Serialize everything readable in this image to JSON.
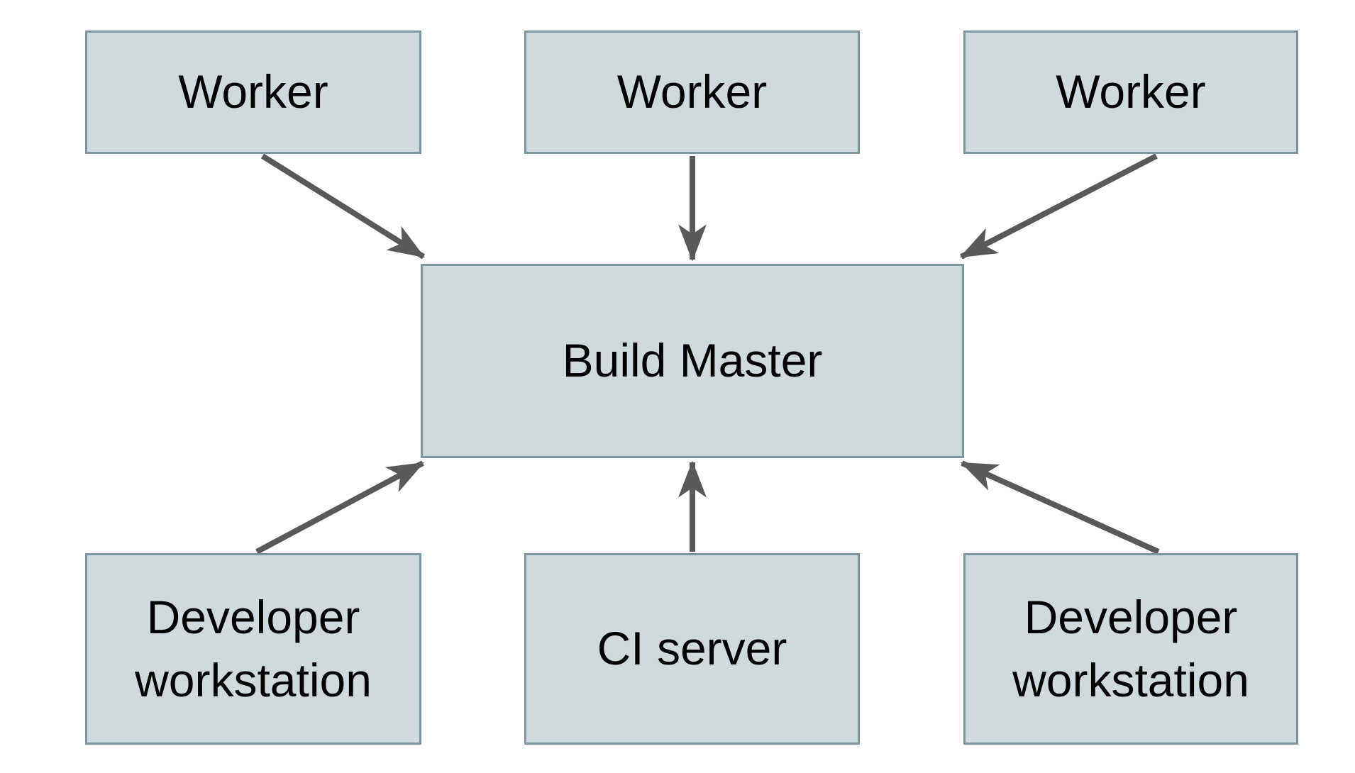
{
  "diagram": {
    "type": "architecture-diagram",
    "colors": {
      "background": "#ffffff",
      "node_fill": "#d0d9db",
      "node_border": "#7f959f",
      "arrow": "#595959",
      "label_text": "#000000"
    },
    "nodes": [
      {
        "id": "worker-1",
        "label": "Worker"
      },
      {
        "id": "worker-2",
        "label": "Worker"
      },
      {
        "id": "worker-3",
        "label": "Worker"
      },
      {
        "id": "build-master",
        "label": "Build Master"
      },
      {
        "id": "developer-workstation-1",
        "label": "Developer workstation"
      },
      {
        "id": "ci-server",
        "label": "CI server"
      },
      {
        "id": "developer-workstation-2",
        "label": "Developer workstation"
      }
    ],
    "edges": [
      {
        "from": "worker-1",
        "to": "build-master"
      },
      {
        "from": "worker-2",
        "to": "build-master"
      },
      {
        "from": "worker-3",
        "to": "build-master"
      },
      {
        "from": "developer-workstation-1",
        "to": "build-master"
      },
      {
        "from": "ci-server",
        "to": "build-master"
      },
      {
        "from": "developer-workstation-2",
        "to": "build-master"
      }
    ]
  }
}
